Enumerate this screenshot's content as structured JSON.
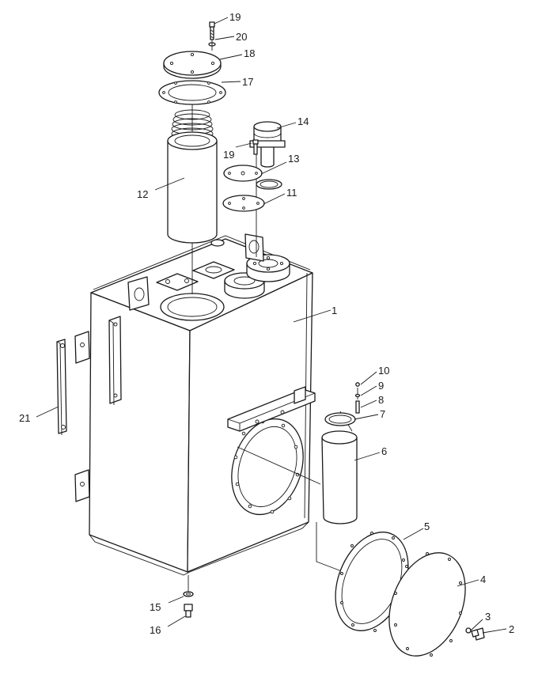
{
  "callouts": {
    "c1": "1",
    "c2": "2",
    "c3": "3",
    "c4": "4",
    "c5": "5",
    "c6": "6",
    "c7": "7",
    "c8": "8",
    "c9": "9",
    "c10": "10",
    "c11": "11",
    "c12": "12",
    "c13": "13",
    "c14": "14",
    "c15": "15",
    "c16": "16",
    "c17": "17",
    "c18": "18",
    "c19a": "19",
    "c19b": "19",
    "c20": "20",
    "c21": "21"
  }
}
